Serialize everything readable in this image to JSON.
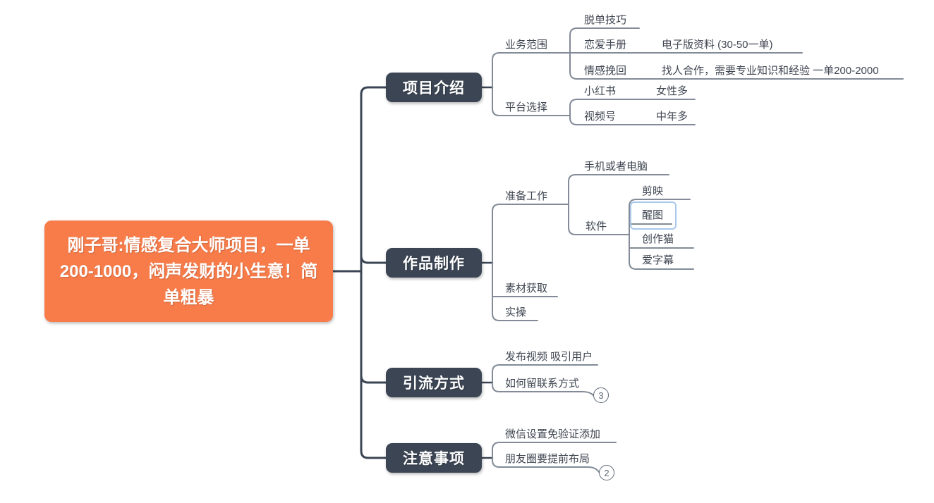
{
  "mindmap": {
    "root_topic": "刚子哥:情感复合大师项目，一单200-1000，闷声发财的小生意！简单粗暴",
    "topics": [
      {
        "label": "项目介绍",
        "children": [
          {
            "label": "业务范围",
            "children": [
              {
                "label": "脱单技巧"
              },
              {
                "label": "恋爱手册",
                "children": [
                  {
                    "label": "电子版资料 (30-50一单)"
                  }
                ]
              },
              {
                "label": "情感挽回",
                "children": [
                  {
                    "label": "找人合作，需要专业知识和经验 一单200-2000"
                  }
                ]
              }
            ]
          },
          {
            "label": "平台选择",
            "children": [
              {
                "label": "小红书",
                "children": [
                  {
                    "label": "女性多"
                  }
                ]
              },
              {
                "label": "视频号",
                "children": [
                  {
                    "label": "中年多"
                  }
                ]
              }
            ]
          }
        ]
      },
      {
        "label": "作品制作",
        "children": [
          {
            "label": "准备工作",
            "children": [
              {
                "label": "手机或者电脑"
              },
              {
                "label": "软件",
                "children": [
                  {
                    "label": "剪映"
                  },
                  {
                    "label": "醒图",
                    "selected": true
                  },
                  {
                    "label": "创作猫"
                  },
                  {
                    "label": "爱字幕"
                  }
                ]
              }
            ]
          },
          {
            "label": "素材获取"
          },
          {
            "label": "实操"
          }
        ]
      },
      {
        "label": "引流方式",
        "children": [
          {
            "label": "发布视频 吸引用户"
          },
          {
            "label": "如何留联系方式",
            "collapsed_count": "3"
          }
        ]
      },
      {
        "label": "注意事项",
        "children": [
          {
            "label": "微信设置免验证添加"
          },
          {
            "label": "朋友圈要提前布局",
            "collapsed_count": "2"
          }
        ]
      }
    ],
    "colors": {
      "root_bg": "#F87C4A",
      "main_topic_bg": "#3B4554",
      "trunk_line": "#3B4554",
      "branch_line": "#828B97",
      "selection_border": "#A9C8EA",
      "subtopic_text": "#3F4651"
    }
  }
}
